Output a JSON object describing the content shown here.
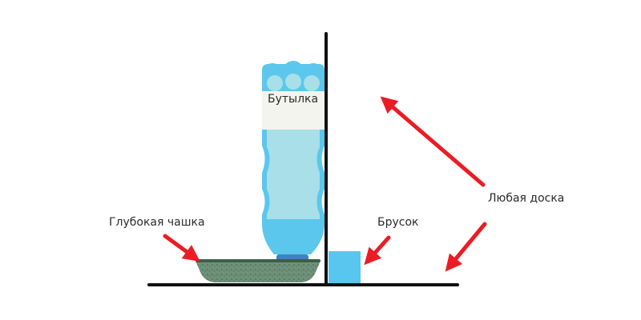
{
  "labels": {
    "bottle": "Бутылка",
    "cup": "Глубокая чашка",
    "block": "Брусок",
    "board": "Любая доска"
  },
  "colors": {
    "bottle_dark": "#5bc7ec",
    "bottle_light": "#a8dfe8",
    "bottle_label": "#f3f4ee",
    "bottle_neck": "#3f82bf",
    "cup": "#6e9078",
    "cup_dark": "#3d5f49",
    "block": "#58c6ee",
    "board": "#111111",
    "arrow": "#ec1c24"
  }
}
